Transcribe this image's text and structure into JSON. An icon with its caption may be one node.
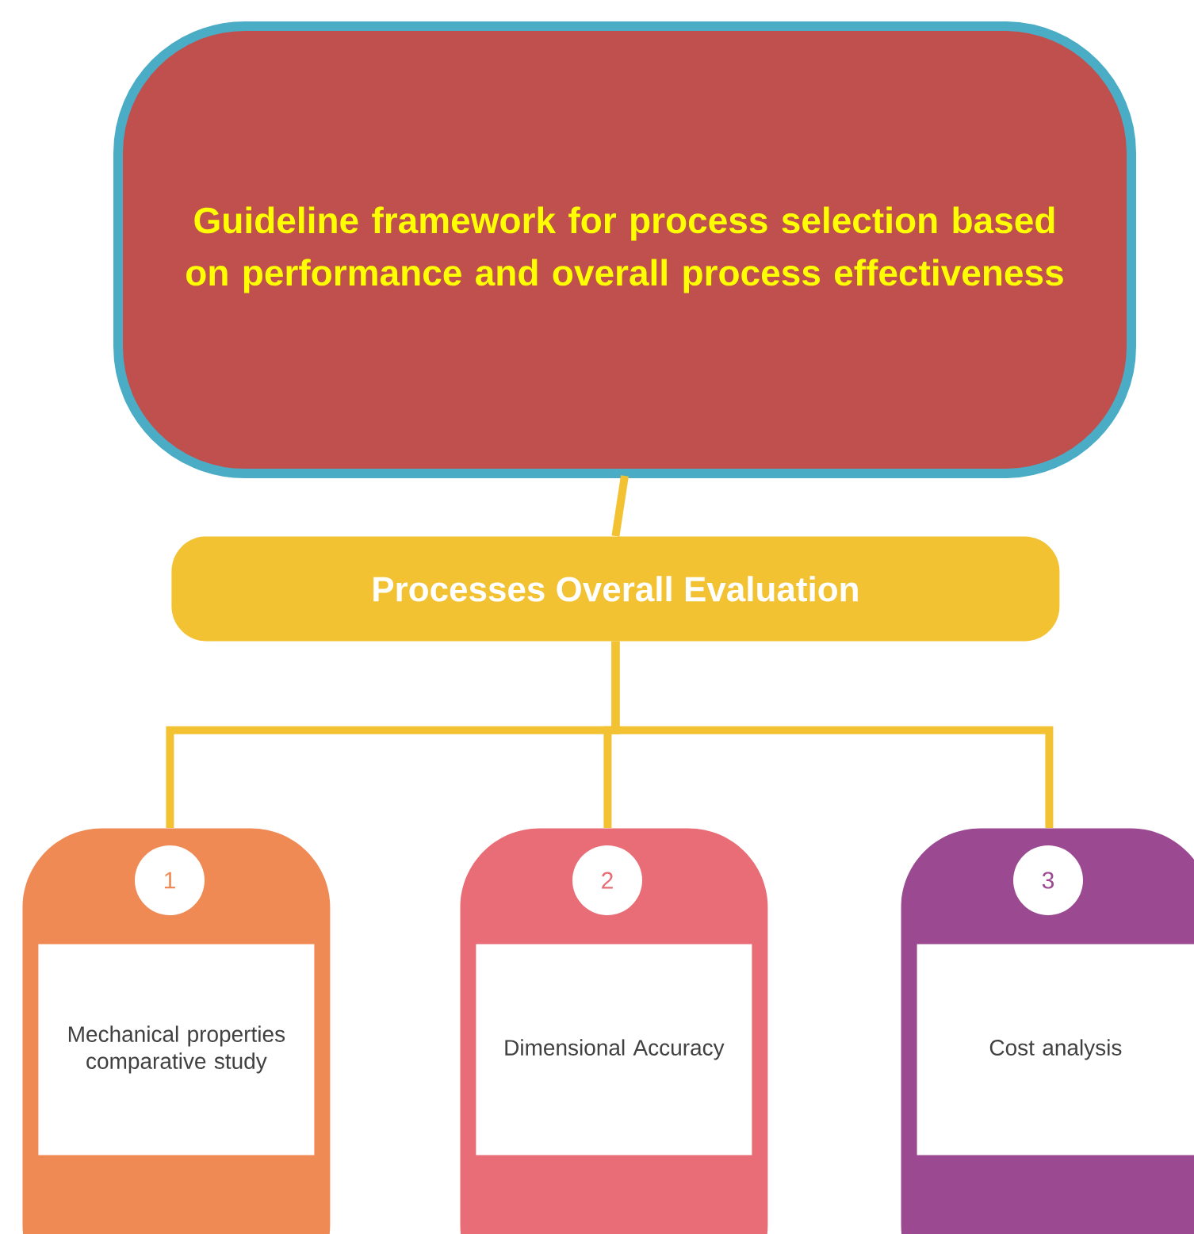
{
  "diagram": {
    "nodes": [
      {
        "text": [
          "Guideline framework for process selection based on performance and overall process effectiveness"
        ]
      },
      {
        "text": [
          "Processes Overall Evaluation"
        ]
      },
      {
        "text": [],
        "shape": "box"
      },
      {
        "text": [
          "1"
        ],
        "in": 2
      },
      {
        "text": [
          "Mechanical properties comparative study"
        ],
        "in": 2
      },
      {
        "text": [],
        "shape": "box"
      },
      {
        "text": [
          "2"
        ],
        "in": 5
      },
      {
        "text": [
          "Dimensional Accuracy"
        ],
        "in": 5
      },
      {
        "text": [],
        "shape": "box"
      },
      {
        "text": [
          "3"
        ],
        "in": 8
      },
      {
        "text": [
          "Cost analysis"
        ],
        "in": 8
      }
    ],
    "edges": [
      {
        "from": 0,
        "to": 1,
        "arrow": "none"
      },
      {
        "from": 1,
        "to": 2,
        "arrow": "none"
      },
      {
        "from": 1,
        "to": 5,
        "arrow": "none"
      },
      {
        "from": 1,
        "to": 8,
        "arrow": "none"
      }
    ]
  }
}
